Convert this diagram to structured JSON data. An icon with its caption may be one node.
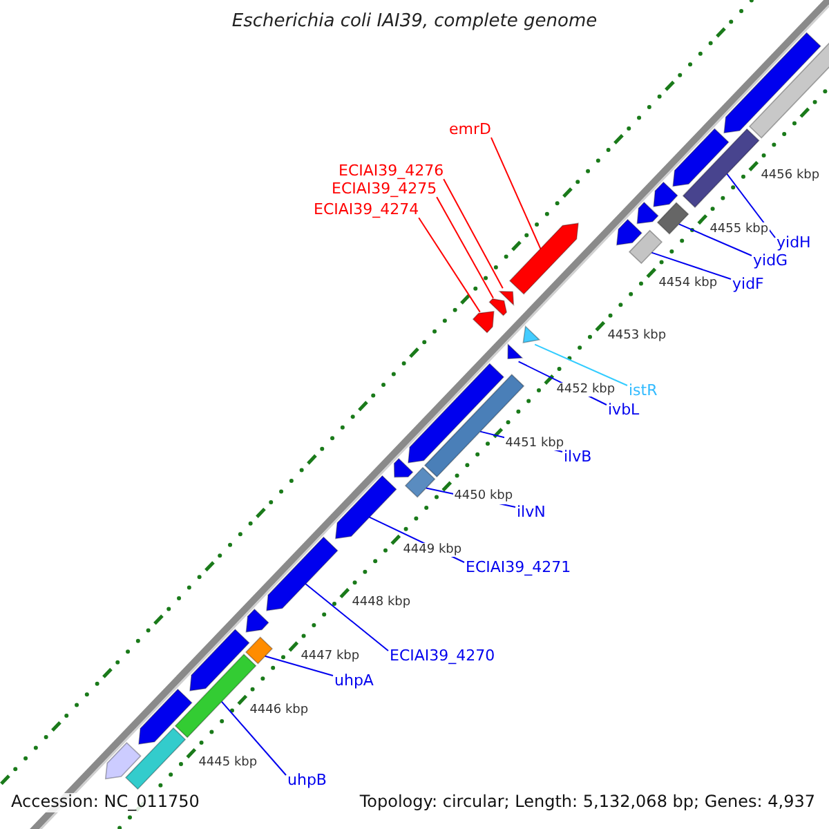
{
  "diagram": {
    "title": "Escherichia coli IAI39, complete genome",
    "nodes": [
      {
        "text": [
          "emrD"
        ]
      },
      {
        "text": [
          "ECIAI39_4276"
        ]
      },
      {
        "text": [
          "ECIAI39_4275"
        ]
      },
      {
        "text": [
          "ECIAI39_4274"
        ]
      },
      {
        "text": [
          "yidH"
        ]
      },
      {
        "text": [
          "yidG"
        ]
      },
      {
        "text": [
          "yidF"
        ]
      },
      {
        "text": [
          "istR"
        ]
      },
      {
        "text": [
          "ivbL"
        ]
      },
      {
        "text": [
          "ilvB"
        ]
      },
      {
        "text": [
          "ilvN"
        ]
      },
      {
        "text": [
          "ECIAI39_4271"
        ]
      },
      {
        "text": [
          "ECIAI39_4270"
        ]
      },
      {
        "text": [
          "uhpA"
        ]
      },
      {
        "text": [
          "uhpB"
        ]
      },
      {
        "text": [],
        "shape": "bar"
      },
      {
        "text": [],
        "shape": "bar"
      },
      {
        "text": [],
        "shape": "bar"
      },
      {
        "text": [],
        "shape": "arrow"
      },
      {
        "text": [],
        "shape": "triangle"
      },
      {
        "text": [],
        "shape": "arrow"
      },
      {
        "text": [],
        "shape": "arrow"
      },
      {
        "text": [],
        "shape": "triangle"
      },
      {
        "text": [],
        "shape": "triangle"
      },
      {
        "text": [],
        "shape": "bar"
      },
      {
        "text": [],
        "shape": "bar"
      },
      {
        "text": [],
        "shape": "arrow"
      },
      {
        "text": [],
        "shape": "arrow"
      },
      {
        "text": [],
        "shape": "bar"
      },
      {
        "text": [],
        "shape": "bar"
      },
      {
        "text": [],
        "shape": "bar"
      },
      {
        "text": [],
        "shape": "arrow"
      },
      {
        "text": [],
        "shape": "arrow"
      },
      {
        "text": [],
        "shape": "arrow"
      },
      {
        "text": [],
        "shape": "arrow"
      },
      {
        "text": [],
        "shape": "arrow"
      },
      {
        "text": [],
        "shape": "arrow"
      },
      {
        "text": [],
        "shape": "arrow"
      },
      {
        "text": [],
        "shape": "arrow"
      },
      {
        "text": [],
        "shape": "arrow"
      },
      {
        "text": [],
        "shape": "arrow"
      },
      {
        "text": [],
        "shape": "bar"
      },
      {
        "text": [],
        "shape": "arrow"
      }
    ],
    "edges": [
      {
        "from": 0,
        "to": 18,
        "arrow": "none",
        "color": "#ff0000"
      },
      {
        "from": 1,
        "to": 19,
        "arrow": "none",
        "color": "#ff0000"
      },
      {
        "from": 2,
        "to": 20,
        "arrow": "none",
        "color": "#ff0000"
      },
      {
        "from": 3,
        "to": 21,
        "arrow": "none",
        "color": "#ff0000"
      },
      {
        "from": 4,
        "to": 15,
        "arrow": "none"
      },
      {
        "from": 5,
        "to": 16,
        "arrow": "none"
      },
      {
        "from": 6,
        "to": 17,
        "arrow": "none"
      },
      {
        "from": 7,
        "to": 22,
        "arrow": "none",
        "color": "#33ccff"
      },
      {
        "from": 8,
        "to": 23,
        "arrow": "none"
      },
      {
        "from": 9,
        "to": 24,
        "arrow": "none"
      },
      {
        "from": 10,
        "to": 25,
        "arrow": "none"
      },
      {
        "from": 11,
        "to": 26,
        "arrow": "none"
      },
      {
        "from": 12,
        "to": 27,
        "arrow": "none"
      },
      {
        "from": 13,
        "to": 28,
        "arrow": "none"
      },
      {
        "from": 14,
        "to": 29,
        "arrow": "none"
      }
    ],
    "labels": [
      "4456 kbp",
      "4455 kbp",
      "4454 kbp",
      "4453 kbp",
      "4452 kbp",
      "4451 kbp",
      "4450 kbp",
      "4449 kbp",
      "4448 kbp",
      "4447 kbp",
      "4446 kbp",
      "4445 kbp",
      "Accession: NC_011750",
      "Topology: circular; Length: 5,132,068 bp; Genes: 4,937"
    ]
  }
}
